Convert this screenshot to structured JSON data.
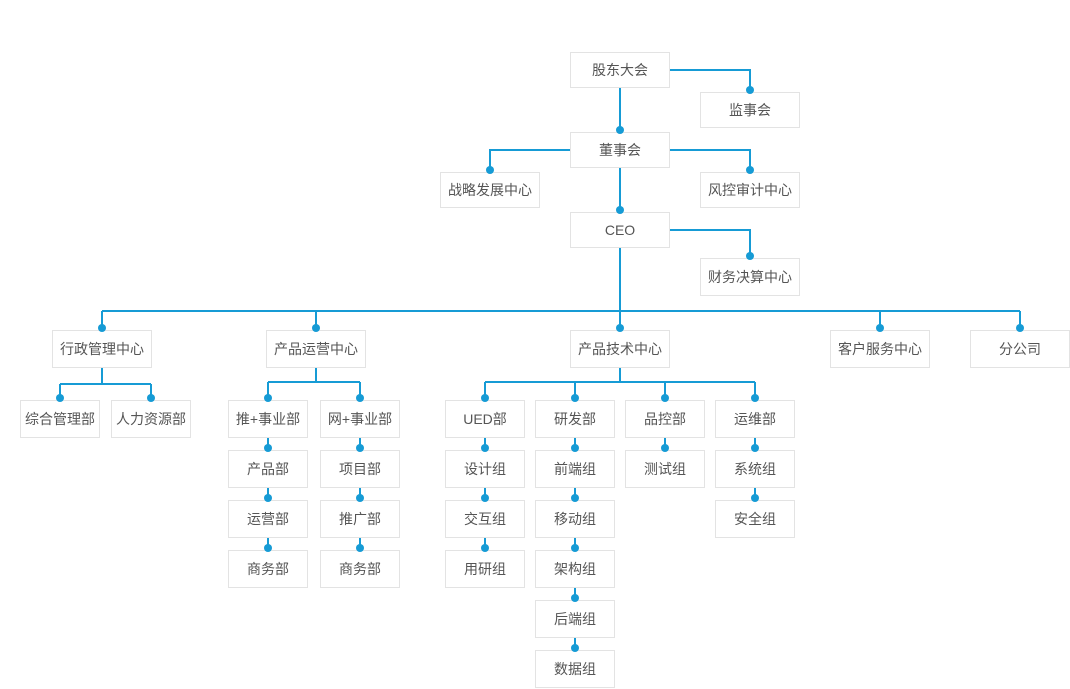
{
  "diagram": {
    "type": "org-chart",
    "colors": {
      "connector": "#169bd5",
      "dot": "#169bd5",
      "node_border": "#e3e3e3",
      "node_background": "#ffffff",
      "node_text": "#555555",
      "page_background": "#ffffff"
    }
  },
  "nodes": {
    "shareholders_meeting": {
      "label": "股东大会",
      "parent": null
    },
    "supervisory_board": {
      "label": "监事会",
      "parent": "shareholders_meeting"
    },
    "board_of_directors": {
      "label": "董事会",
      "parent": "shareholders_meeting"
    },
    "strategy_development_center": {
      "label": "战略发展中心",
      "parent": "board_of_directors"
    },
    "risk_audit_center": {
      "label": "风控审计中心",
      "parent": "board_of_directors"
    },
    "ceo": {
      "label": "CEO",
      "parent": "board_of_directors"
    },
    "finance_settlement_center": {
      "label": "财务决算中心",
      "parent": "ceo"
    },
    "admin_management_center": {
      "label": "行政管理中心",
      "parent": "ceo"
    },
    "product_operation_center": {
      "label": "产品运营中心",
      "parent": "ceo"
    },
    "product_technology_center": {
      "label": "产品技术中心",
      "parent": "ceo"
    },
    "customer_service_center": {
      "label": "客户服务中心",
      "parent": "ceo"
    },
    "branch_company": {
      "label": "分公司",
      "parent": "ceo"
    },
    "general_management_dept": {
      "label": "综合管理部",
      "parent": "admin_management_center"
    },
    "hr_dept": {
      "label": "人力资源部",
      "parent": "admin_management_center"
    },
    "tui_business_dept": {
      "label": "推+事业部",
      "parent": "product_operation_center"
    },
    "product_dept": {
      "label": "产品部",
      "parent": "tui_business_dept"
    },
    "operation_dept": {
      "label": "运营部",
      "parent": "product_dept"
    },
    "business_dept_tui": {
      "label": "商务部",
      "parent": "operation_dept"
    },
    "wang_business_dept": {
      "label": "网+事业部",
      "parent": "product_operation_center"
    },
    "project_dept": {
      "label": "项目部",
      "parent": "wang_business_dept"
    },
    "promotion_dept": {
      "label": "推广部",
      "parent": "project_dept"
    },
    "business_dept_wang": {
      "label": "商务部",
      "parent": "promotion_dept"
    },
    "ued_dept": {
      "label": "UED部",
      "parent": "product_technology_center"
    },
    "design_group": {
      "label": "设计组",
      "parent": "ued_dept"
    },
    "interaction_group": {
      "label": "交互组",
      "parent": "design_group"
    },
    "user_research_group": {
      "label": "用研组",
      "parent": "interaction_group"
    },
    "rd_dept": {
      "label": "研发部",
      "parent": "product_technology_center"
    },
    "frontend_group": {
      "label": "前端组",
      "parent": "rd_dept"
    },
    "mobile_group": {
      "label": "移动组",
      "parent": "frontend_group"
    },
    "architecture_group": {
      "label": "架构组",
      "parent": "mobile_group"
    },
    "backend_group": {
      "label": "后端组",
      "parent": "architecture_group"
    },
    "data_group": {
      "label": "数据组",
      "parent": "backend_group"
    },
    "qc_dept": {
      "label": "品控部",
      "parent": "product_technology_center"
    },
    "test_group": {
      "label": "测试组",
      "parent": "qc_dept"
    },
    "ops_dept": {
      "label": "运维部",
      "parent": "product_technology_center"
    },
    "system_group": {
      "label": "系统组",
      "parent": "ops_dept"
    },
    "security_group": {
      "label": "安全组",
      "parent": "system_group"
    }
  }
}
